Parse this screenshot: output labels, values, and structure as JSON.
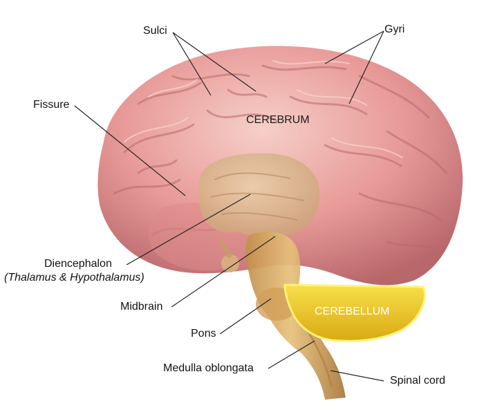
{
  "labels": {
    "sulci": "Sulci",
    "gyri": "Gyri",
    "fissure": "Fissure",
    "cerebrum": "CEREBRUM",
    "diencephalon": "Diencephalon",
    "diencephalon_sub": "(Thalamus & Hypothalamus)",
    "midbrain": "Midbrain",
    "pons": "Pons",
    "cerebellum": "CEREBELLUM",
    "medulla": "Medulla oblongata",
    "spinal_cord": "Spinal cord"
  },
  "colors": {
    "cerebrum": "#e89a98",
    "cerebrum_highlight": "#f4c4bd",
    "cerebrum_shadow": "#b86a6c",
    "brainstem": "#d9b07a",
    "diencephalon": "#d8b48a",
    "cerebellum": "#f3d227",
    "cerebellum_edge": "#fff27a",
    "cerebellum_text": "#ffffff",
    "text": "#111111"
  }
}
